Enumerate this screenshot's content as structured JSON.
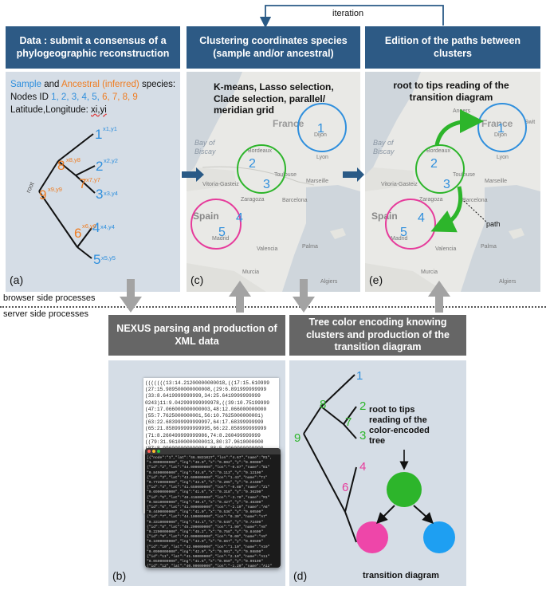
{
  "headers": {
    "data": "Data : submit a consensus of a phylogeographic reconstruction",
    "clustering": "Clustering coordinates species (sample and/or ancestral)",
    "edition": "Edition of the paths between clusters",
    "nexus": "NEXUS parsing and production of XML data",
    "treecolor": "Tree color encoding knowing clusters and production of the transition diagram"
  },
  "iteration_label": "iteration",
  "separator": {
    "browser": "browser side processes",
    "server": "server side processes"
  },
  "panel_a": {
    "sample": "Sample",
    "and": " and ",
    "ancestral": "Ancestral (inferred)",
    "species": " species:",
    "nodes_label": "Nodes ID ",
    "nodes_sample": "1, 2, 3, 4, 5,",
    "nodes_ancestral": " 6, 7, 8, 9",
    "latlong_label": "Latitude,Longitude: ",
    "latlong_value": "xi,yi",
    "root": "root",
    "leaves": [
      {
        "id": "1",
        "coord": "x1,y1"
      },
      {
        "id": "2",
        "coord": "x2,y2"
      },
      {
        "id": "3",
        "coord": "x3,y4"
      },
      {
        "id": "4",
        "coord": "x4,y4"
      },
      {
        "id": "5",
        "coord": "x5,y5"
      }
    ],
    "internal": [
      {
        "id": "6",
        "coord": "x6,y6"
      },
      {
        "id": "7",
        "coord": "x7,y7"
      },
      {
        "id": "8",
        "coord": "x8,y8"
      },
      {
        "id": "9",
        "coord": "x9,y9"
      }
    ],
    "tag": "(a)"
  },
  "map_labels": {
    "france": "France",
    "dijon": "Dijon",
    "lyon": "Lyon",
    "switz": "Swit",
    "bay": "Bay of",
    "biscay": "Biscay",
    "bordeaux": "Bordeaux",
    "toulouse": "Toulouse",
    "marseille": "Marseille",
    "vitoria": "Vitoria-Gasteiz",
    "zaragoza": "Zaragoza",
    "barcelona": "Barcelona",
    "spain": "Spain",
    "madrid": "Madrid",
    "valencia": "Valencia",
    "palma": "Palma",
    "murcia": "Murcia",
    "algiers": "Algiers",
    "angers": "Angers",
    "c1": "1",
    "c2": "2",
    "c3": "3",
    "c4": "4",
    "c5": "5"
  },
  "panel_c": {
    "overlay": "K-means, Lasso selection, Clade selection, parallel/ meridian grid",
    "tag": "(c)"
  },
  "panel_e": {
    "overlay": "root to tips reading of the transition diagram",
    "path": "path",
    "tag": "(e)"
  },
  "panel_b": {
    "tag": "(b)",
    "code_lines": [
      "(((((((13:14.21200000000018,((17:15.610999",
      "(27:15.989500000000008,(29:6.891999999999",
      "(33:8.6419999999999,34:25.6419999999999",
      "0243)11:9.042999999999978,((39:10.75199999",
      "(47:17.066000000000003,48:12.066000000000",
      "(55:7.7625000000001,56:10.7625000000001)",
      "(63:22.683999999999997,64:17.68399999999",
      "(65:21.858999999999995,66:22.858999999999",
      "(71:8.260499999999986,74:8.260499999999",
      "((79:31.961000000000013,80:37.9610000000",
      "(87:8.096000000000004,88:5.0960000000000",
      "(91:11.983999999999999,(((99:25.14350000",
      "(107:32.34899999999999,108:15.348999999",
      "(115:9.(",
      "(((((12",
      "(141:2.",
      "(147:19",
      "(151:20",
      ":14.650",
      "(((167:",
      "(171:11",
      "(177:12"
    ],
    "term_lines": [
      "[{\"node\":\"1\",\"lat\":\"46.9831027\",\"lon\":\"4.67\",\"name\":\"R1\",",
      "\"1.0000000000\",\"lng\":\"46.0\",\"x\":\"0.002\",\"y\":\"0.00000\"",
      "{\"id\":\"2\",\"lat\":\"44.000000000\",\"lon\":\"-0.87\",\"name\":\"B1\"",
      "\"0.8490000000\",\"lng\":\"44.8\",\"x\":\"0.113\",\"y\":\"0.12100\"",
      "{\"id\":\"3\",\"lat\":\"43.600000000\",\"lon\":\"1.43\",\"name\":\"T1\"",
      "\"0.7720000000\",\"lng\":\"43.6\",\"x\":\"0.205\",\"y\":\"0.24400\"",
      "{\"id\":\"4\",\"lat\":\"41.650000000\",\"lon\":\"-0.88\",\"name\":\"Z1\"",
      "\"0.6990000000\",\"lng\":\"41.6\",\"x\":\"0.318\",\"y\":\"0.36200\"",
      "{\"id\":\"5\",\"lat\":\"40.416000000\",\"lon\":\"-3.70\",\"name\":\"M1\"",
      "\"0.5810000000\",\"lng\":\"40.4\",\"x\":\"0.427\",\"y\":\"0.48300\"",
      "{\"id\":\"6\",\"lat\":\"41.000000000\",\"lon\":\"-2.10\",\"name\":\"A6\"",
      "\"0.4400000000\",\"lng\":\"41.0\",\"x\":\"0.536\",\"y\":\"0.60500\"",
      "{\"id\":\"7\",\"lat\":\"44.100000000\",\"lon\":\"0.30\",\"name\":\"A7\"",
      "\"0.3310000000\",\"lng\":\"44.1\",\"x\":\"0.649\",\"y\":\"0.72400\"",
      "{\"id\":\"8\",\"lat\":\"45.200000000\",\"lon\":\"1.90\",\"name\":\"A8\"",
      "\"0.2200000000\",\"lng\":\"45.2\",\"x\":\"0.758\",\"y\":\"0.84600\"",
      "{\"id\":\"9\",\"lat\":\"43.000000000\",\"lon\":\"0.00\",\"name\":\"A9\"",
      "\"0.1000000000\",\"lng\":\"43.0\",\"x\":\"0.867\",\"y\":\"0.96500\"",
      "{\"id\":\"10\",\"lat\":\"42.00000000\",\"lon\":\"1.10\",\"name\":\"A10\"",
      "\"0.0900000000\",\"lng\":\"42.0\",\"x\":\"0.901\",\"y\":\"0.98800\"",
      "{\"id\":\"11\",\"lat\":\"41.50000000\",\"lon\":\"2.10\",\"name\":\"A11\"",
      "\"0.0500000000\",\"lng\":\"41.5\",\"x\":\"0.950\",\"y\":\"0.99100\"",
      "{\"id\":\"12\",\"lat\":\"40.90000000\",\"lon\":\"-1.20\",\"name\":\"A12\"",
      "\"0.0100000000\",\"lng\":\"40.9\",\"x\":\"0.990\",\"y\":\"0.99900\"}]"
    ]
  },
  "panel_d": {
    "tag": "(d)",
    "reading": "root to tips reading of the color-encoded tree",
    "diagram": "transition diagram",
    "nodes": [
      "1",
      "2",
      "3",
      "4",
      "5",
      "6",
      "7",
      "8",
      "9"
    ]
  },
  "colors": {
    "header": "#2d5a85",
    "arrow": "#2a5a86",
    "blue": "#2f8fdd",
    "orange": "#ef7d22",
    "green": "#2db52b",
    "pink": "#e63b9b"
  }
}
